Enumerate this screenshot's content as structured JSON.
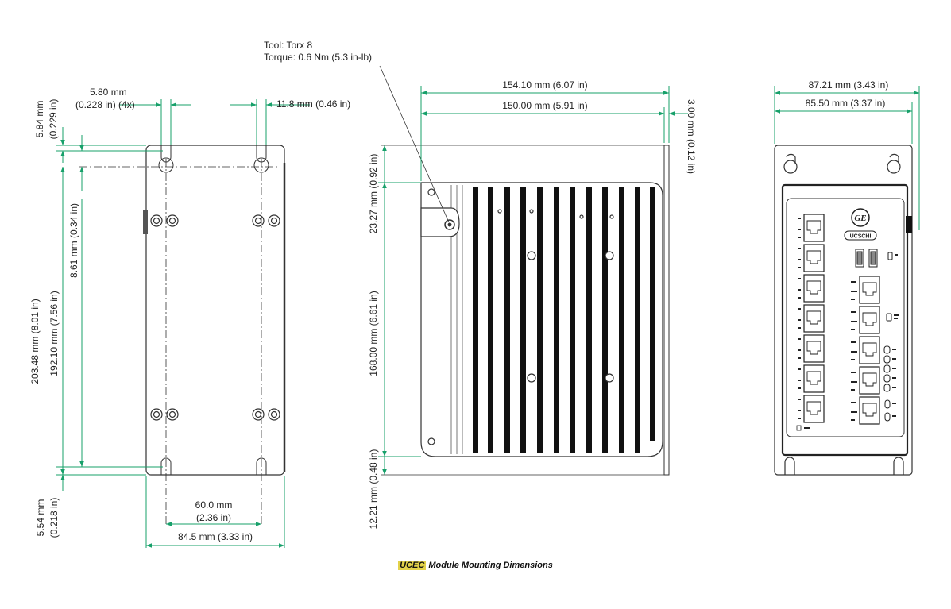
{
  "colors": {
    "dimension_line": "#17a06a",
    "outline": "#333333",
    "highlight": "#e3d24a"
  },
  "tool_note": {
    "line1": "Tool: Torx 8",
    "line2": "Torque: 0.6 Nm (5.3 in-lb)"
  },
  "rear_view": {
    "dim_hole_width_line1": "5.80 mm",
    "dim_hole_width_line2": "(0.228 in) (4x)",
    "dim_slot_offset": "11.8 mm (0.46 in)",
    "dim_top_offset_mm": "5.84 mm",
    "dim_top_offset_in": "(0.229 in)",
    "dim_hole_drop": "8.61 mm (0.34 in)",
    "dim_total_height": "203.48 mm (8.01 in)",
    "dim_hole_spacing": "192.10 mm (7.56 in)",
    "dim_bottom_offset_mm": "5.54 mm",
    "dim_bottom_offset_in": "(0.218 in)",
    "dim_slot_spacing_line1": "60.0 mm",
    "dim_slot_spacing_line2": "(2.36 in)",
    "dim_total_width": "84.5 mm (3.33 in)"
  },
  "side_view": {
    "dim_overall_depth": "154.10 mm (6.07 in)",
    "dim_body_depth": "150.00 mm (5.91 in)",
    "dim_flange": "3.00 mm (0.12 in)",
    "dim_top_margin": "23.27 mm (0.92 in)",
    "dim_body_height": "168.00 mm (6.61 in)",
    "dim_bottom_margin": "12.21 mm (0.48 in)"
  },
  "front_view": {
    "dim_overall_width": "87.21 mm (3.43 in)",
    "dim_body_width": "85.50 mm (3.37 in)",
    "badge_label": "UCSCHI"
  },
  "caption": {
    "highlight": "UCEC",
    "text": " Module Mounting Dimensions"
  }
}
